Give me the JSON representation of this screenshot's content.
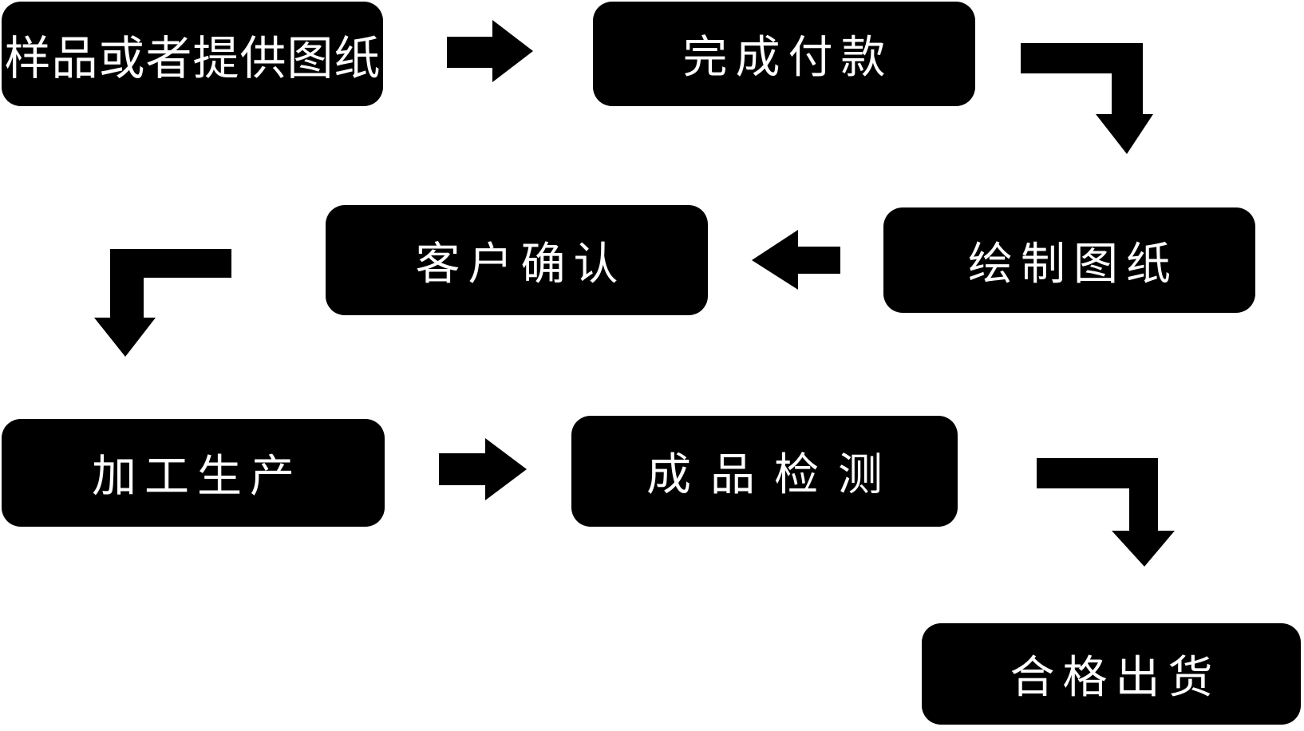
{
  "page": {
    "type": "flowchart",
    "background_color": "#ffffff"
  },
  "colors": {
    "node_fill": "#000000",
    "node_text": "#ffffff",
    "connector": "#000000"
  },
  "flow": {
    "nodes": [
      {
        "id": "sample-or-drawings",
        "label": "样品或者提供图纸"
      },
      {
        "id": "complete-payment",
        "label": "完成付款"
      },
      {
        "id": "draw-drawings",
        "label": "绘制图纸"
      },
      {
        "id": "customer-confirmation",
        "label": "客户确认"
      },
      {
        "id": "processing-production",
        "label": "加工生产"
      },
      {
        "id": "product-inspection",
        "label": "成品检测"
      },
      {
        "id": "qualified-shipment",
        "label": "合格出货"
      }
    ],
    "connectors": [
      {
        "from": "样品或者提供图纸",
        "to": "完成付款",
        "shape": "arrow-right"
      },
      {
        "from": "完成付款",
        "to": "绘制图纸",
        "shape": "arrow-elbow-right-down"
      },
      {
        "from": "绘制图纸",
        "to": "客户确认",
        "shape": "arrow-left"
      },
      {
        "from": "客户确认",
        "to": "加工生产",
        "shape": "arrow-elbow-left-down"
      },
      {
        "from": "加工生产",
        "to": "成品检测",
        "shape": "arrow-right"
      },
      {
        "from": "成品检测",
        "to": "合格出货",
        "shape": "arrow-elbow-right-down"
      }
    ]
  }
}
